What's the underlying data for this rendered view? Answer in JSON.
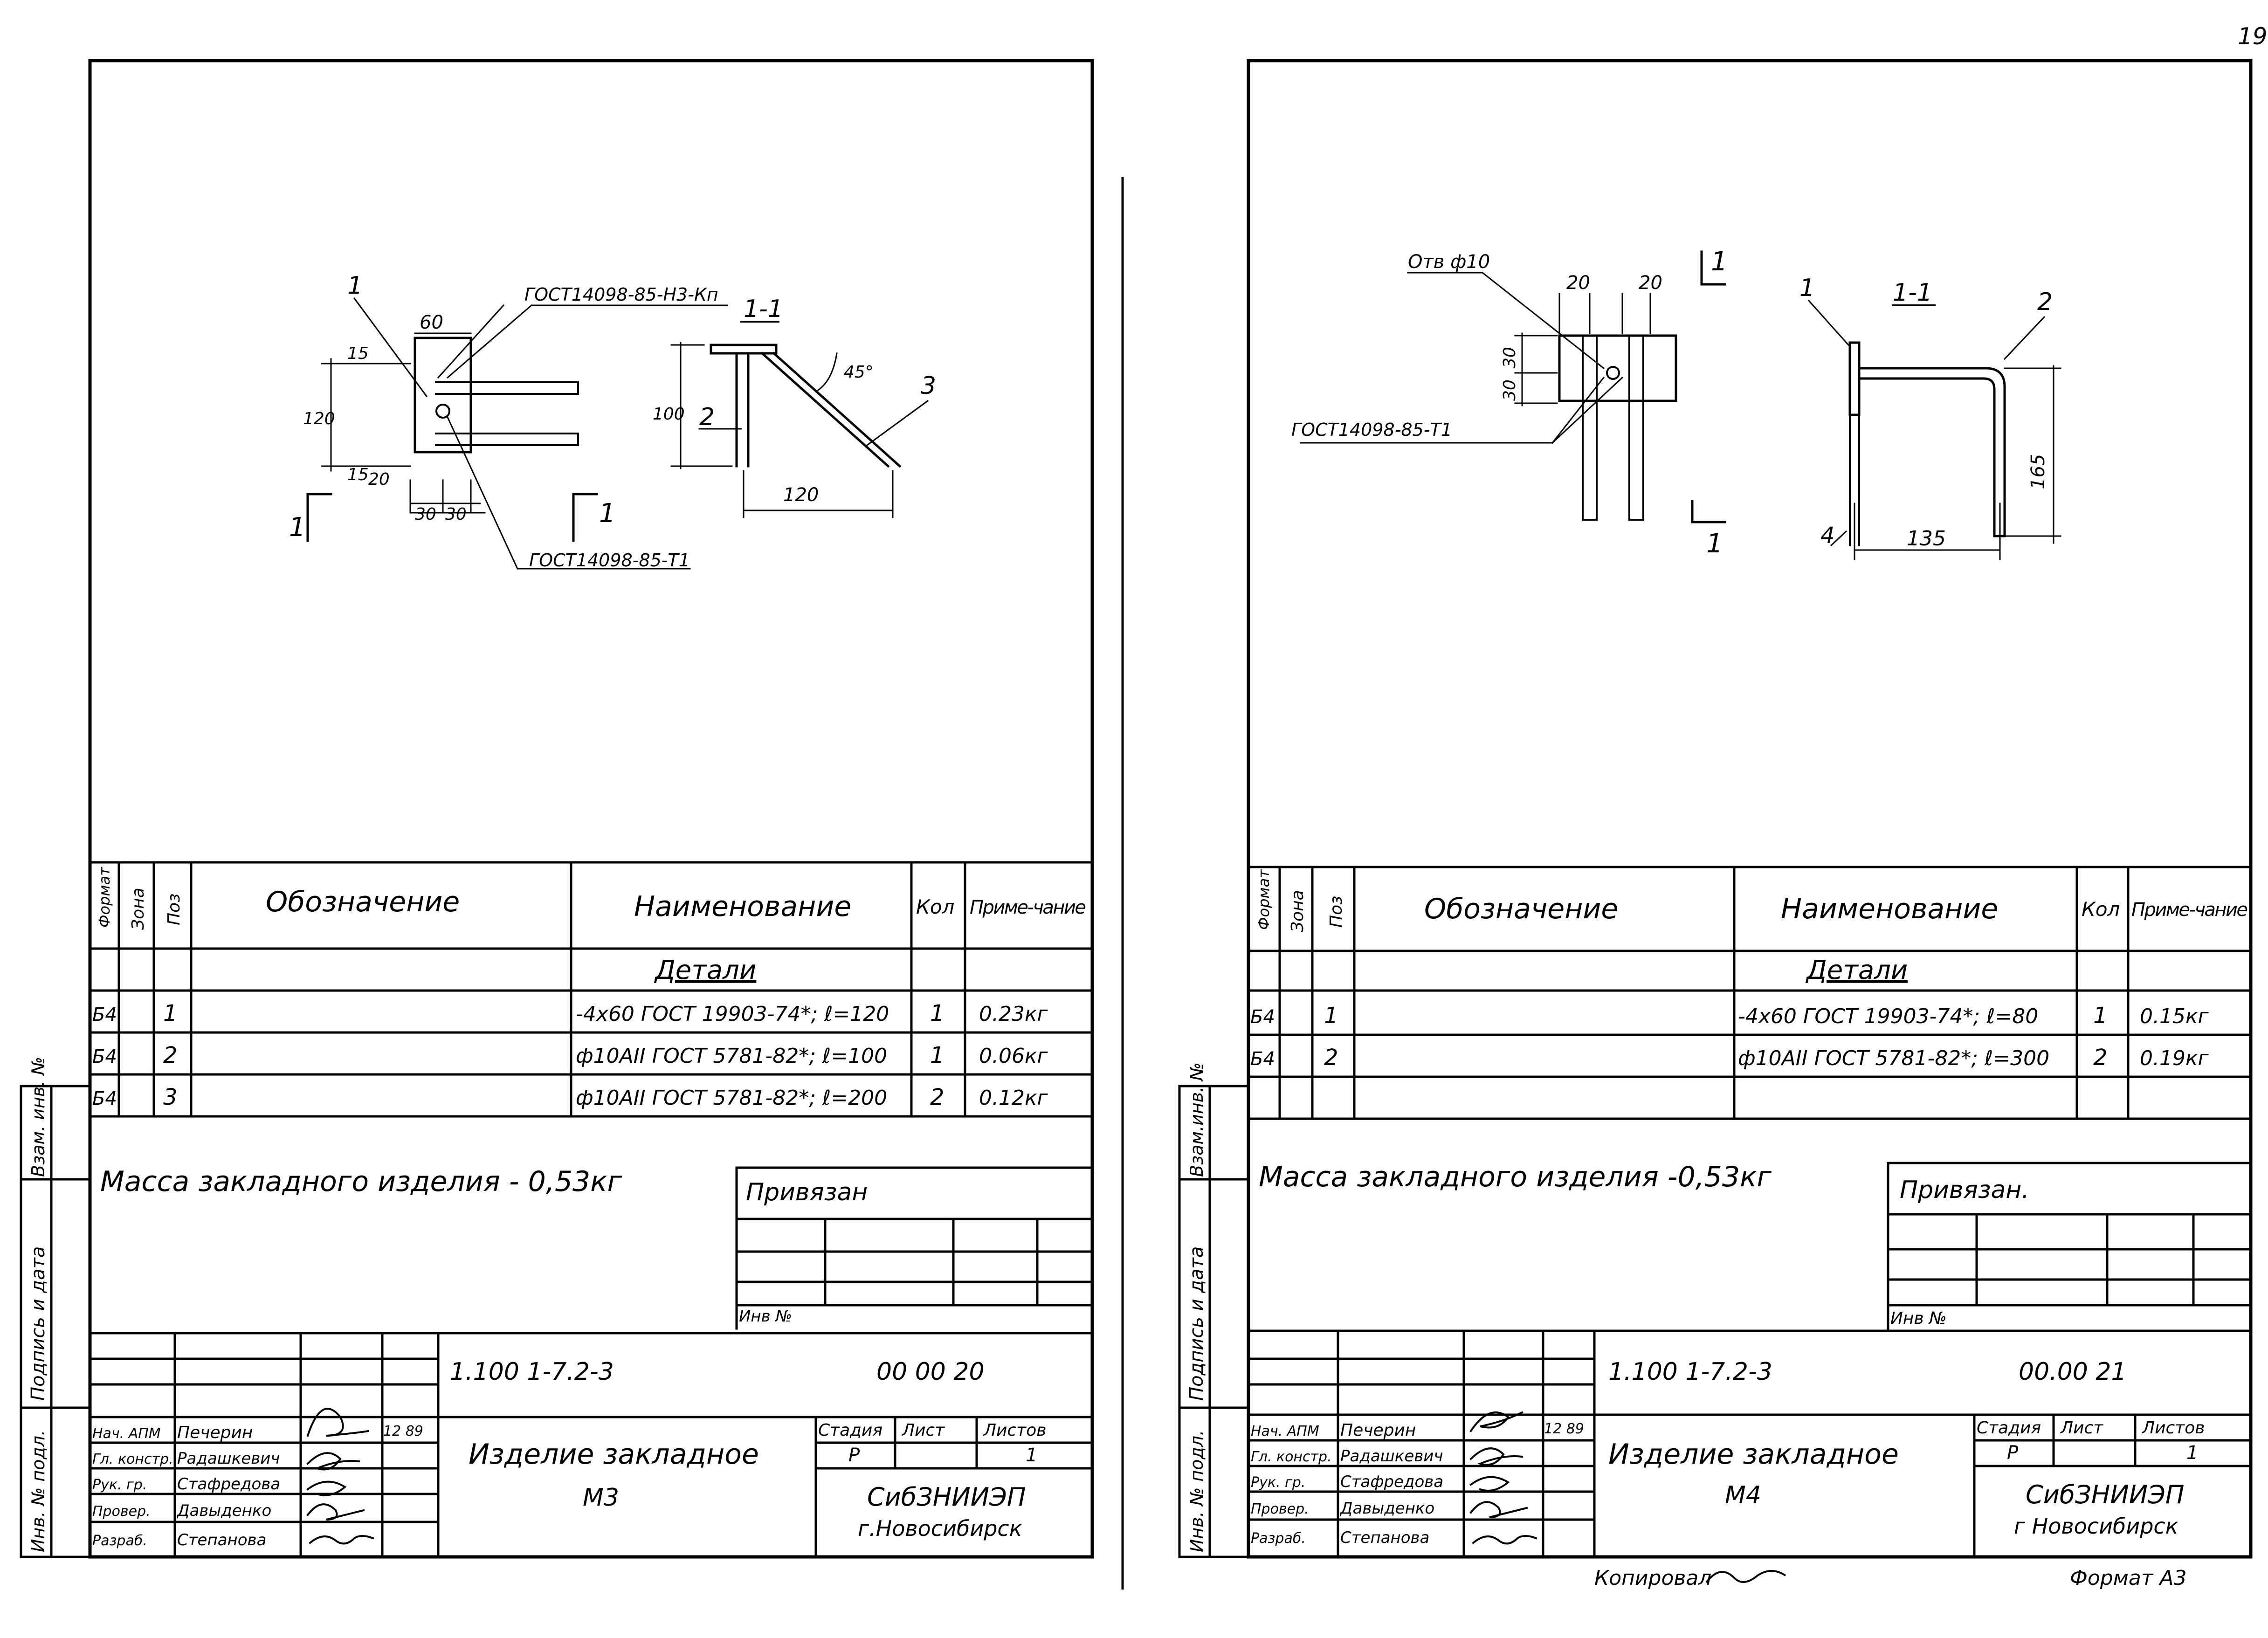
{
  "page_number": "19",
  "footer": {
    "copied": "Копировал",
    "format": "Формат А3"
  },
  "sheets": [
    {
      "drawing": {
        "gost_anchor": "ГОСТ14098-85-Н3-Кп",
        "gost_weld": "ГОСТ14098-85-Т1",
        "section": "1-1",
        "dims": [
          "60",
          "15",
          "120",
          "15",
          "20",
          "30",
          "30",
          "100",
          "120",
          "45°"
        ],
        "positions": [
          "1",
          "2",
          "3"
        ],
        "cut_mark": "1"
      },
      "spec": {
        "headers": {
          "format": "Формат",
          "zone": "Зона",
          "pos": "Поз",
          "designation": "Обозначение",
          "name": "Наименование",
          "qty": "Кол",
          "note": "Приме-чание"
        },
        "section_title": "Детали",
        "rows": [
          {
            "format": "Б4",
            "pos": "1",
            "name": "-4х60 ГОСТ 19903-74*; ℓ=120",
            "qty": "1",
            "note": "0.23кг"
          },
          {
            "format": "Б4",
            "pos": "2",
            "name": "ф10АII ГОСТ 5781-82*; ℓ=100",
            "qty": "1",
            "note": "0.06кг"
          },
          {
            "format": "Б4",
            "pos": "3",
            "name": "ф10АII ГОСТ 5781-82*; ℓ=200",
            "qty": "2",
            "note": "0.12кг"
          }
        ]
      },
      "mass": "Масса закладного изделия - 0,53кг",
      "bound": "Привязан",
      "inv": "Инв №",
      "side_labels": [
        "Взам. инв. №",
        "Подпись и дата",
        "Инв. № подл."
      ],
      "title_block": {
        "doc_code": "1.100 1-7.2-3",
        "sheet_code": "00 00 20",
        "title_line1": "Изделие закладное",
        "title_line2": "М3",
        "stage_label": "Стадия",
        "sheet_label": "Лист",
        "sheets_label": "Листов",
        "stage": "Р",
        "sheet": "",
        "sheets": "1",
        "org1": "СибЗНИИЭП",
        "org2": "г.Новосибирск",
        "date": "12 89",
        "people": [
          {
            "role": "Нач. АПМ",
            "name": "Печерин"
          },
          {
            "role": "Гл. констр.",
            "name": "Радашкевич"
          },
          {
            "role": "Рук. гр.",
            "name": "Стафредова"
          },
          {
            "role": "Провер.",
            "name": "Давыденко"
          },
          {
            "role": "Разраб.",
            "name": "Степанова"
          }
        ]
      }
    },
    {
      "drawing": {
        "hole": "Отв ф10",
        "gost_weld": "ГОСТ14098-85-Т1",
        "section": "1-1",
        "dims": [
          "20",
          "20",
          "30",
          "30",
          "135",
          "165"
        ],
        "positions": [
          "1",
          "2",
          "4"
        ],
        "cut_mark": "1"
      },
      "spec": {
        "headers": {
          "format": "Формат",
          "zone": "Зона",
          "pos": "Поз",
          "designation": "Обозначение",
          "name": "Наименование",
          "qty": "Кол",
          "note": "Приме-чание"
        },
        "section_title": "Детали",
        "rows": [
          {
            "format": "Б4",
            "pos": "1",
            "name": "-4х60 ГОСТ 19903-74*; ℓ=80",
            "qty": "1",
            "note": "0.15кг"
          },
          {
            "format": "Б4",
            "pos": "2",
            "name": "ф10АII ГОСТ 5781-82*; ℓ=300",
            "qty": "2",
            "note": "0.19кг"
          }
        ]
      },
      "mass": "Масса закладного изделия -0,53кг",
      "bound": "Привязан.",
      "inv": "Инв №",
      "side_labels": [
        "Взам.инв. №",
        "Подпись и дата",
        "Инв. № подл."
      ],
      "title_block": {
        "doc_code": "1.100 1-7.2-3",
        "sheet_code": "00.00 21",
        "title_line1": "Изделие закладное",
        "title_line2": "М4",
        "stage_label": "Стадия",
        "sheet_label": "Лист",
        "sheets_label": "Листов",
        "stage": "Р",
        "sheet": "",
        "sheets": "1",
        "org1": "СибЗНИИЭП",
        "org2": "г Новосибирск",
        "date": "12 89",
        "people": [
          {
            "role": "Нач. АПМ",
            "name": "Печерин"
          },
          {
            "role": "Гл. констр.",
            "name": "Радашкевич"
          },
          {
            "role": "Рук. гр.",
            "name": "Стафредова"
          },
          {
            "role": "Провер.",
            "name": "Давыденко"
          },
          {
            "role": "Разраб.",
            "name": "Степанова"
          }
        ]
      }
    }
  ]
}
